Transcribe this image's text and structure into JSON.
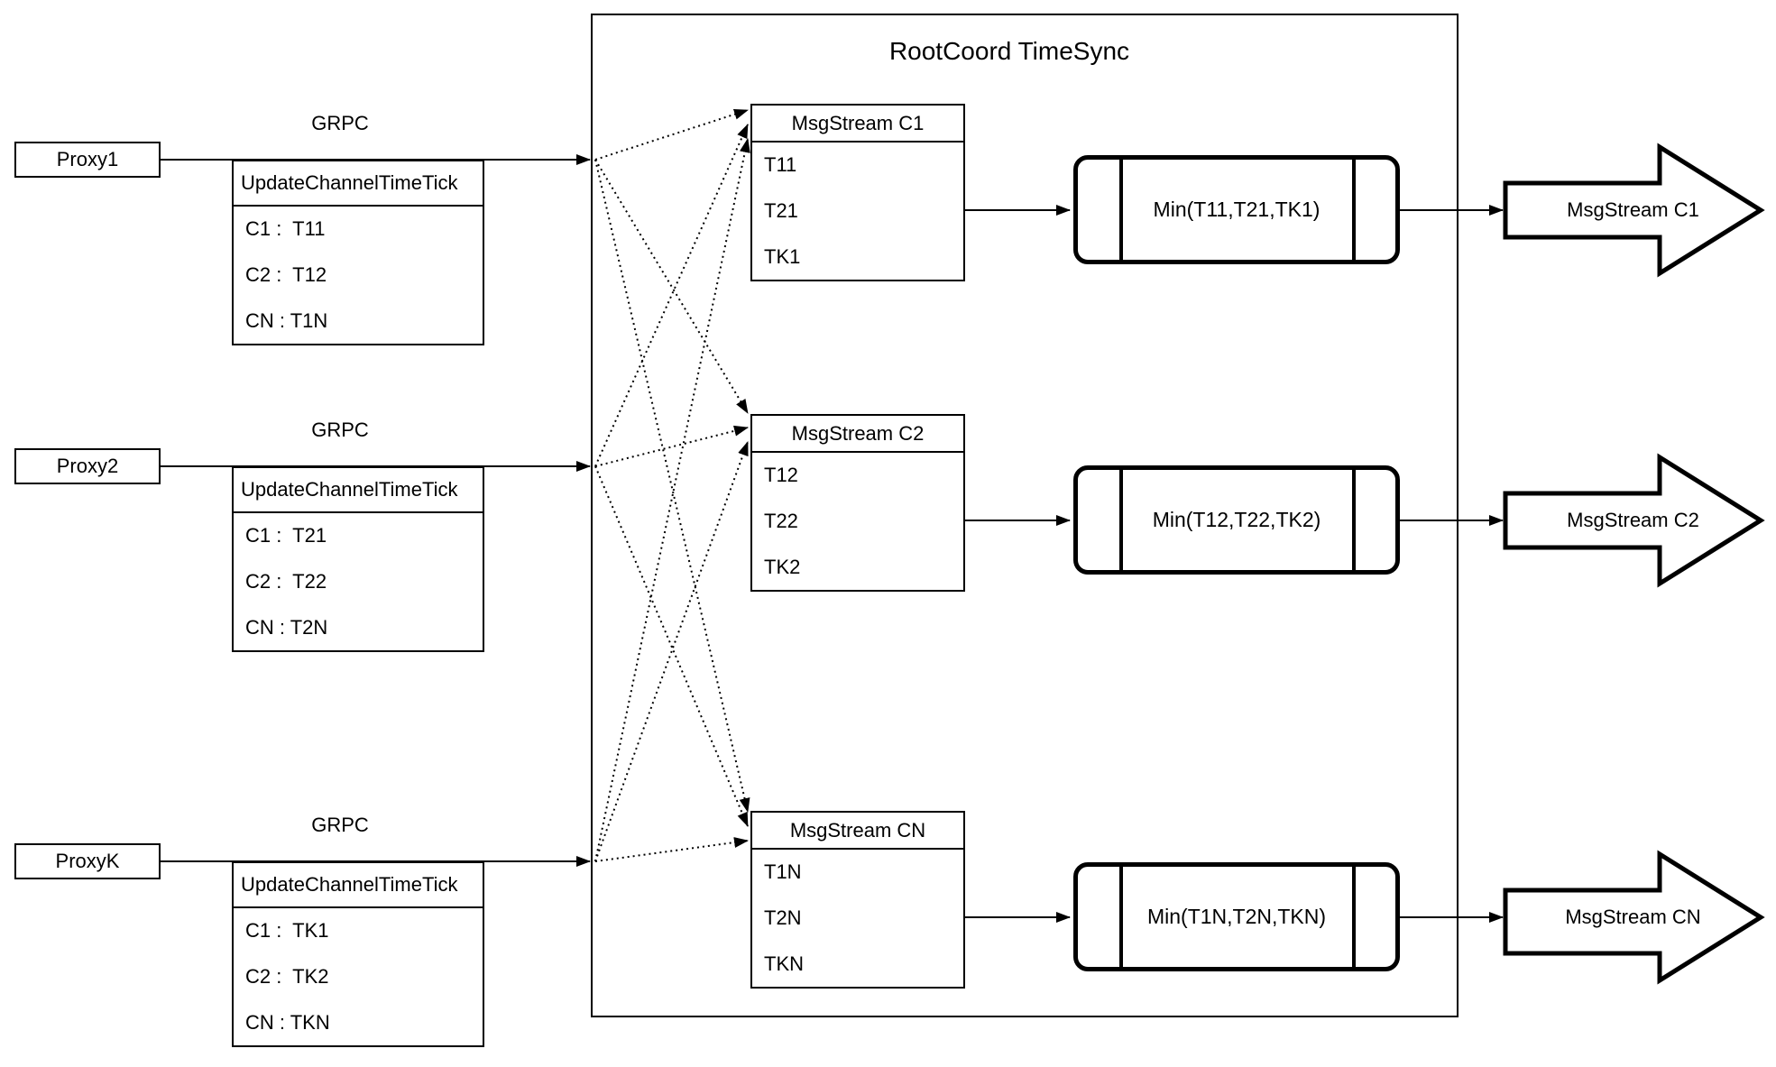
{
  "diagram": {
    "background": "#ffffff",
    "stroke_color": "#000000",
    "container": {
      "title": "RootCoord TimeSync"
    },
    "proxies": [
      {
        "name": "Proxy1",
        "grpc_label": "GRPC",
        "table_title": "UpdateChannelTimeTick",
        "rows": [
          "C1 :  T11",
          "C2 :  T12",
          "CN : T1N"
        ]
      },
      {
        "name": "Proxy2",
        "grpc_label": "GRPC",
        "table_title": "UpdateChannelTimeTick",
        "rows": [
          "C1 :  T21",
          "C2 :  T22",
          "CN : T2N"
        ]
      },
      {
        "name": "ProxyK",
        "grpc_label": "GRPC",
        "table_title": "UpdateChannelTimeTick",
        "rows": [
          "C1 :  TK1",
          "C2 :  TK2",
          "CN : TKN"
        ]
      }
    ],
    "streams": [
      {
        "table_title": "MsgStream C1",
        "rows": [
          "T11",
          "T21",
          "TK1"
        ],
        "min_label": "Min(T11,T21,TK1)",
        "output_label": "MsgStream C1"
      },
      {
        "table_title": "MsgStream C2",
        "rows": [
          "T12",
          "T22",
          "TK2"
        ],
        "min_label": "Min(T12,T22,TK2)",
        "output_label": "MsgStream C2"
      },
      {
        "table_title": "MsgStream CN",
        "rows": [
          "T1N",
          "T2N",
          "TKN"
        ],
        "min_label": "Min(T1N,T2N,TKN)",
        "output_label": "MsgStream CN"
      }
    ]
  }
}
